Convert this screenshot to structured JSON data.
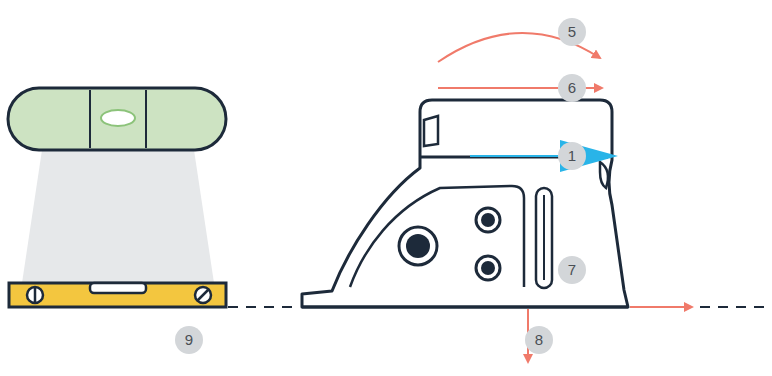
{
  "diagram": {
    "labels": [
      "5",
      "6",
      "1",
      "7",
      "9",
      "8"
    ]
  }
}
